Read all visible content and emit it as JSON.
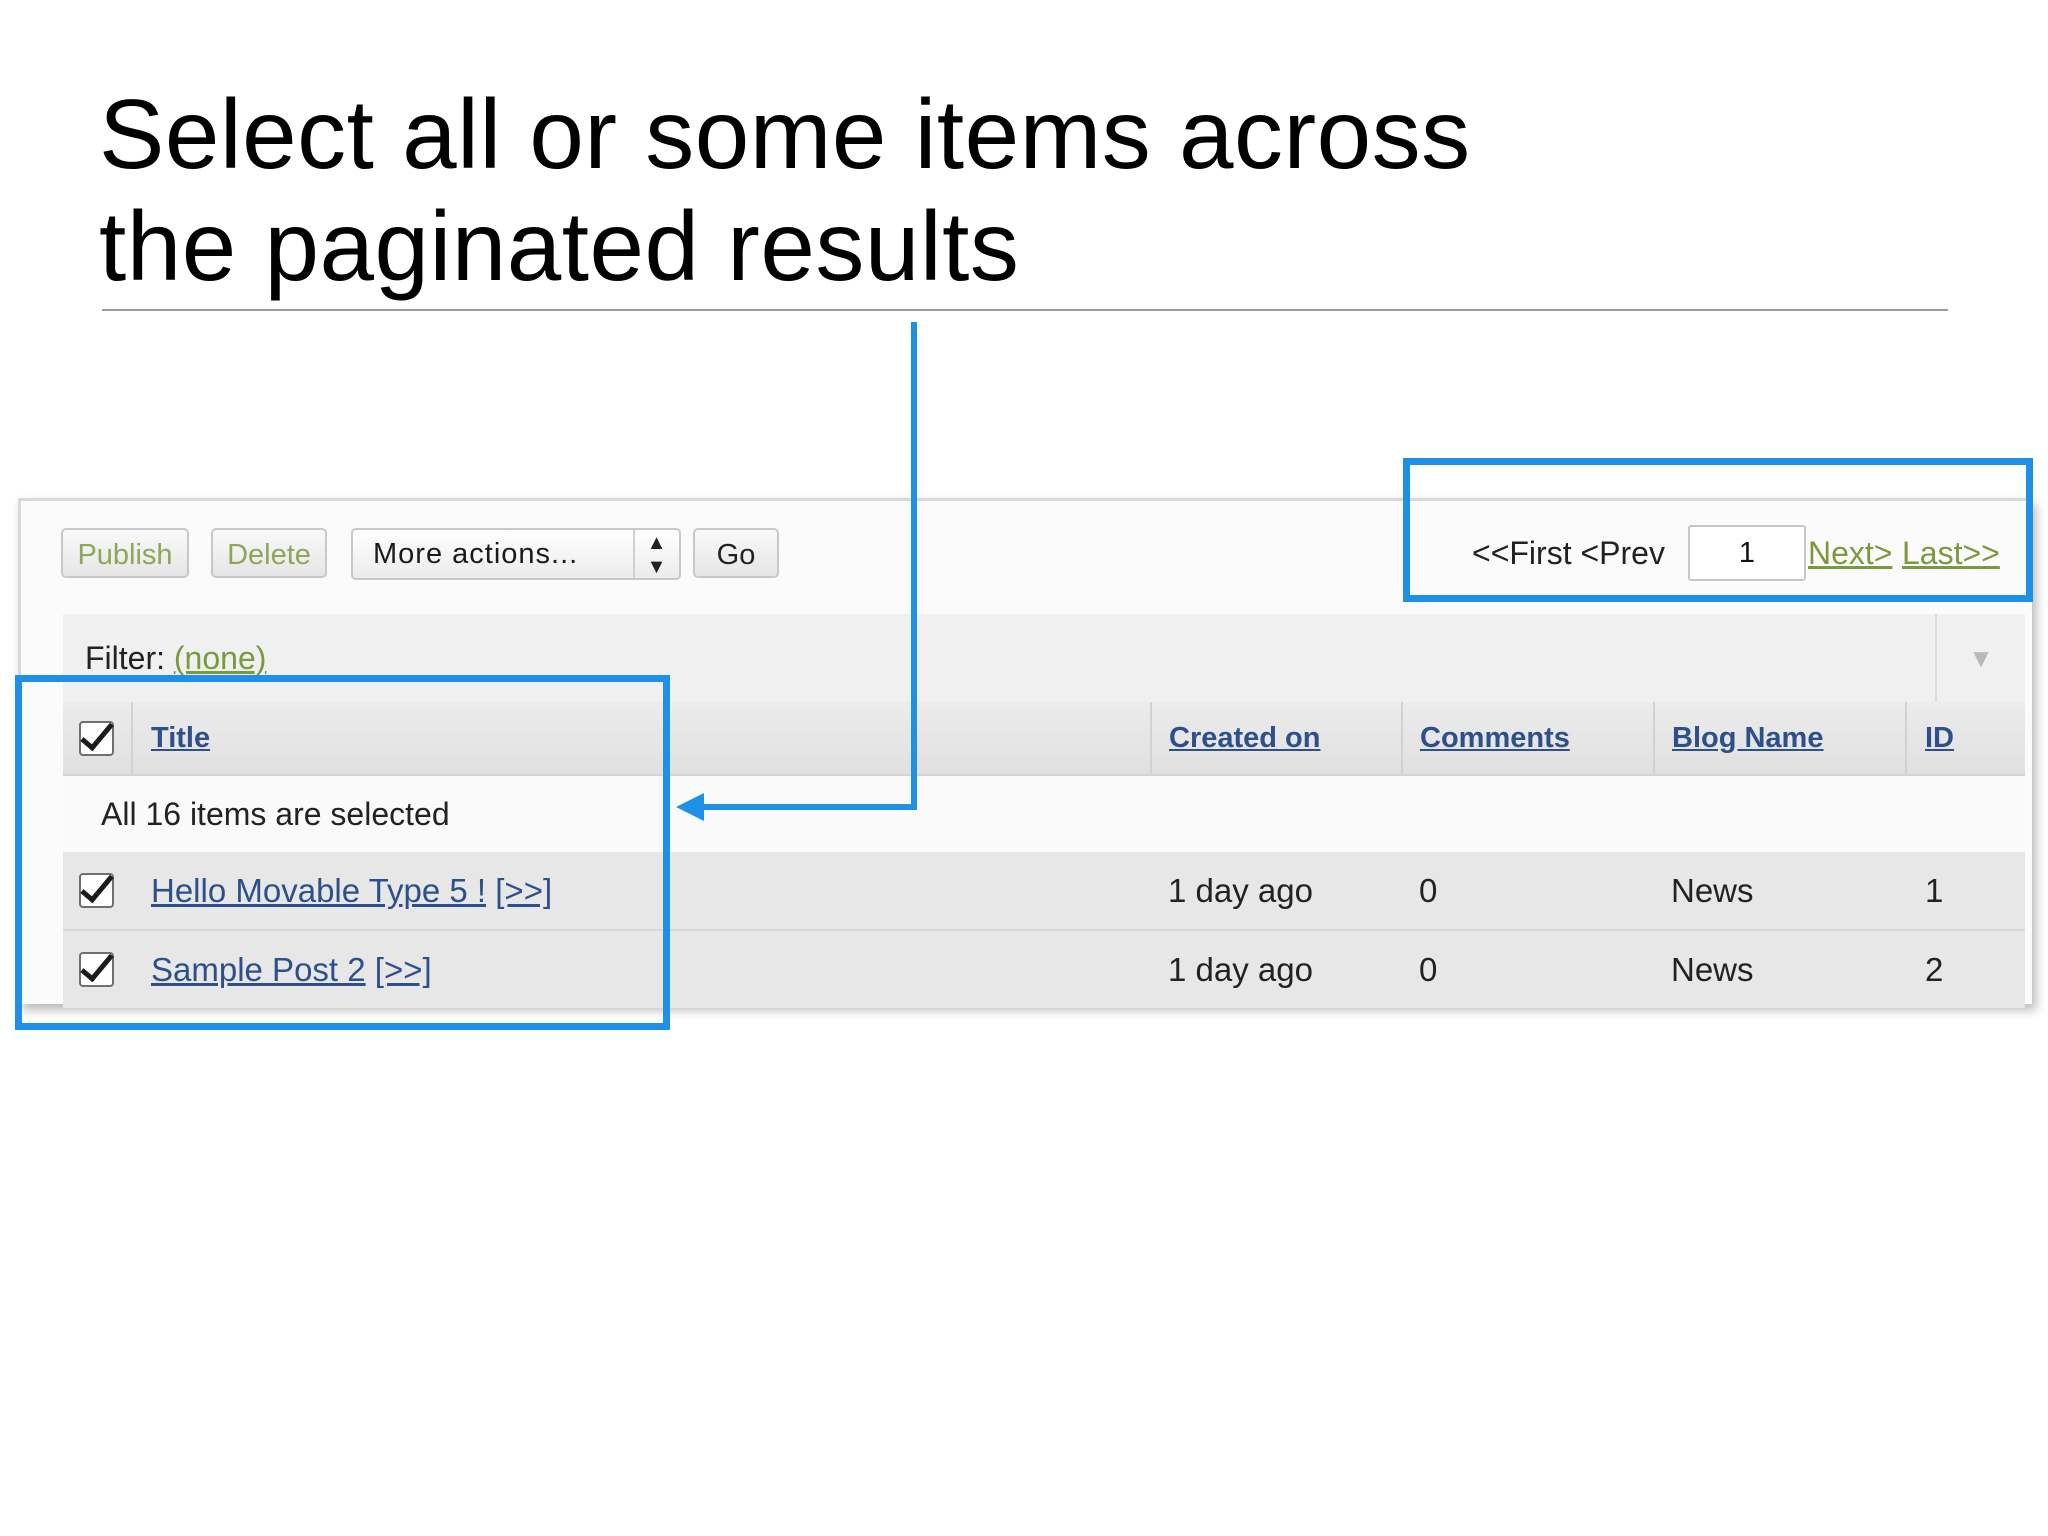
{
  "slide": {
    "title_line1": "Select all or some items across",
    "title_line2": "the paginated results"
  },
  "toolbar": {
    "publish_label": "Publish",
    "delete_label": "Delete",
    "actions_select_value": "More actions...",
    "go_label": "Go"
  },
  "pager": {
    "first_prev_label": "<<First <Prev",
    "current_page": "1",
    "next_label": "Next>",
    "last_label": "Last>>"
  },
  "filter": {
    "label": "Filter:",
    "value": "(none)",
    "toggle_glyph": "▼"
  },
  "table": {
    "columns": [
      "Title",
      "Created on",
      "Comments",
      "Blog Name",
      "ID"
    ],
    "selection_message": "All 16 items are selected",
    "view_link_label": "[>>]",
    "rows": [
      {
        "title": "Hello Movable Type 5 !",
        "created_on": "1 day ago",
        "comments": "0",
        "blog_name": "News",
        "id": "1",
        "checked": true
      },
      {
        "title": "Sample Post 2",
        "created_on": "1 day ago",
        "comments": "0",
        "blog_name": "News",
        "id": "2",
        "checked": true
      }
    ]
  },
  "colors": {
    "callout": "#1e90e6",
    "link_green": "#7a9a3e",
    "link_blue": "#2d4f8a"
  }
}
